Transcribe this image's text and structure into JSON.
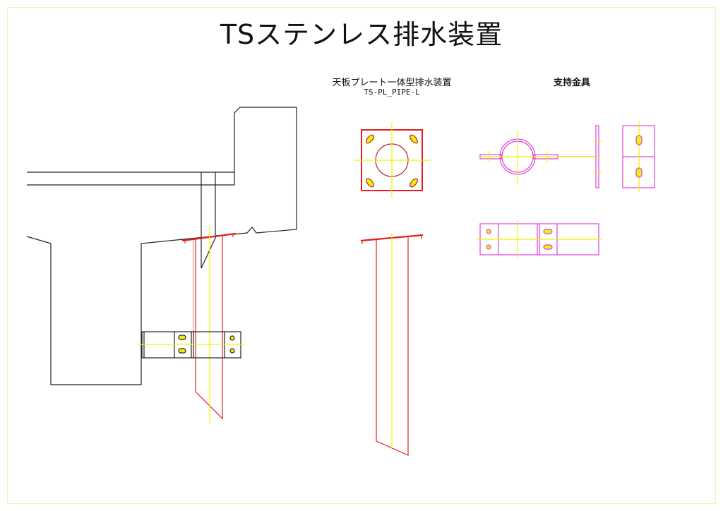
{
  "title": "TSステンレス排水装置",
  "product": {
    "name": "天板プレート一体型排水装置",
    "model": "TS-PL_PIPE-L"
  },
  "bracket": {
    "name": "支持金具"
  },
  "colors": {
    "structure": "#222222",
    "pipe": "#e02020",
    "bracket": "#e040e0",
    "centerline": "#f0f000"
  }
}
